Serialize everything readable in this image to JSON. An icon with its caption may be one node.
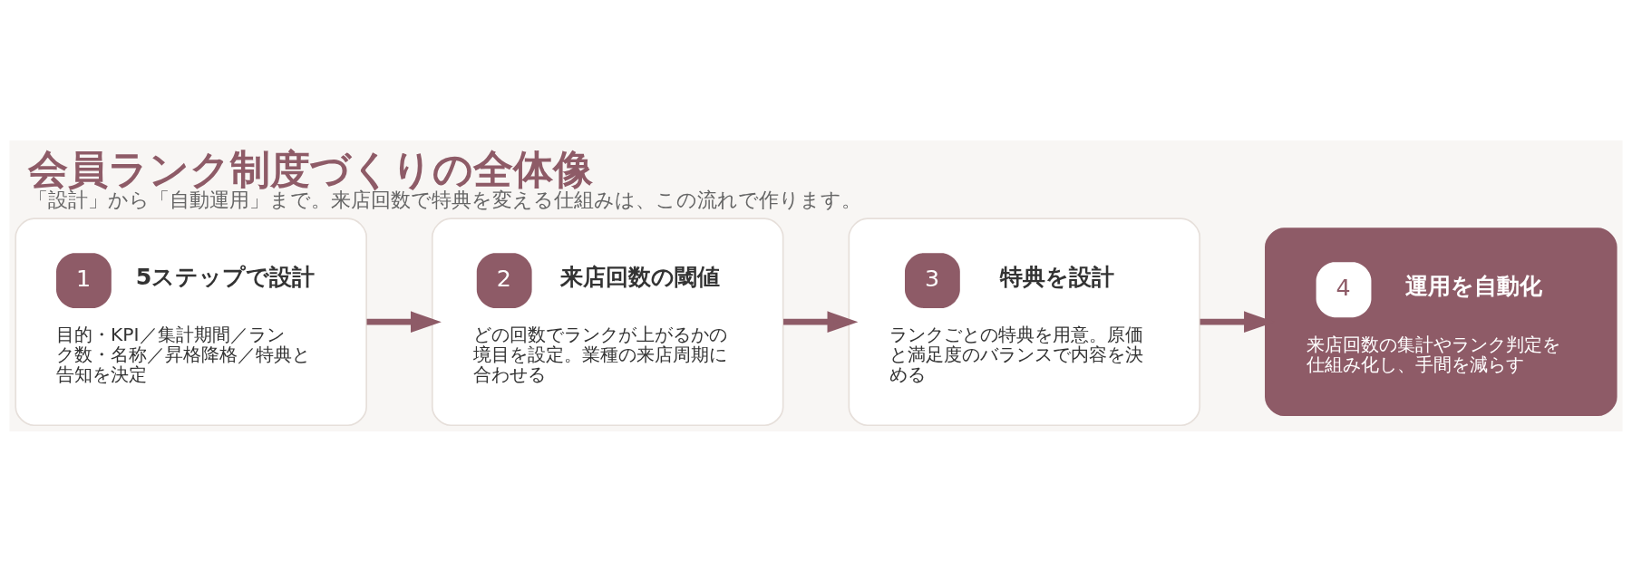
{
  "diagram": {
    "title": "会員ランク制度づくりの全体像",
    "caption": "「設計」から「自動運用」まで。来店回数で特典を変える仕組みは、この流れで作ります。",
    "nodes": [
      {
        "text": [
          "1",
          "5ステップで設計",
          "目的・KPI／集計期間／ランク数・名称／昇格降格／特典と告知を決定"
        ]
      },
      {
        "text": [
          "2",
          "来店回数の閾値",
          "どの回数でランクが上がるかの境目を設定。業種の来店周期に合わせる"
        ]
      },
      {
        "text": [
          "3",
          "特典を設計",
          "ランクごとの特典を用意。原価と満足度のバランスで内容を決める"
        ]
      },
      {
        "text": [
          "4",
          "運用を自動化",
          "来店回数の集計やランク判定を仕組み化し、手間を減らす"
        ]
      }
    ],
    "edges": [
      {
        "from": 0,
        "to": 1,
        "arrow": "to"
      },
      {
        "from": 1,
        "to": 2,
        "arrow": "to"
      },
      {
        "from": 2,
        "to": 3,
        "arrow": "to"
      }
    ]
  }
}
